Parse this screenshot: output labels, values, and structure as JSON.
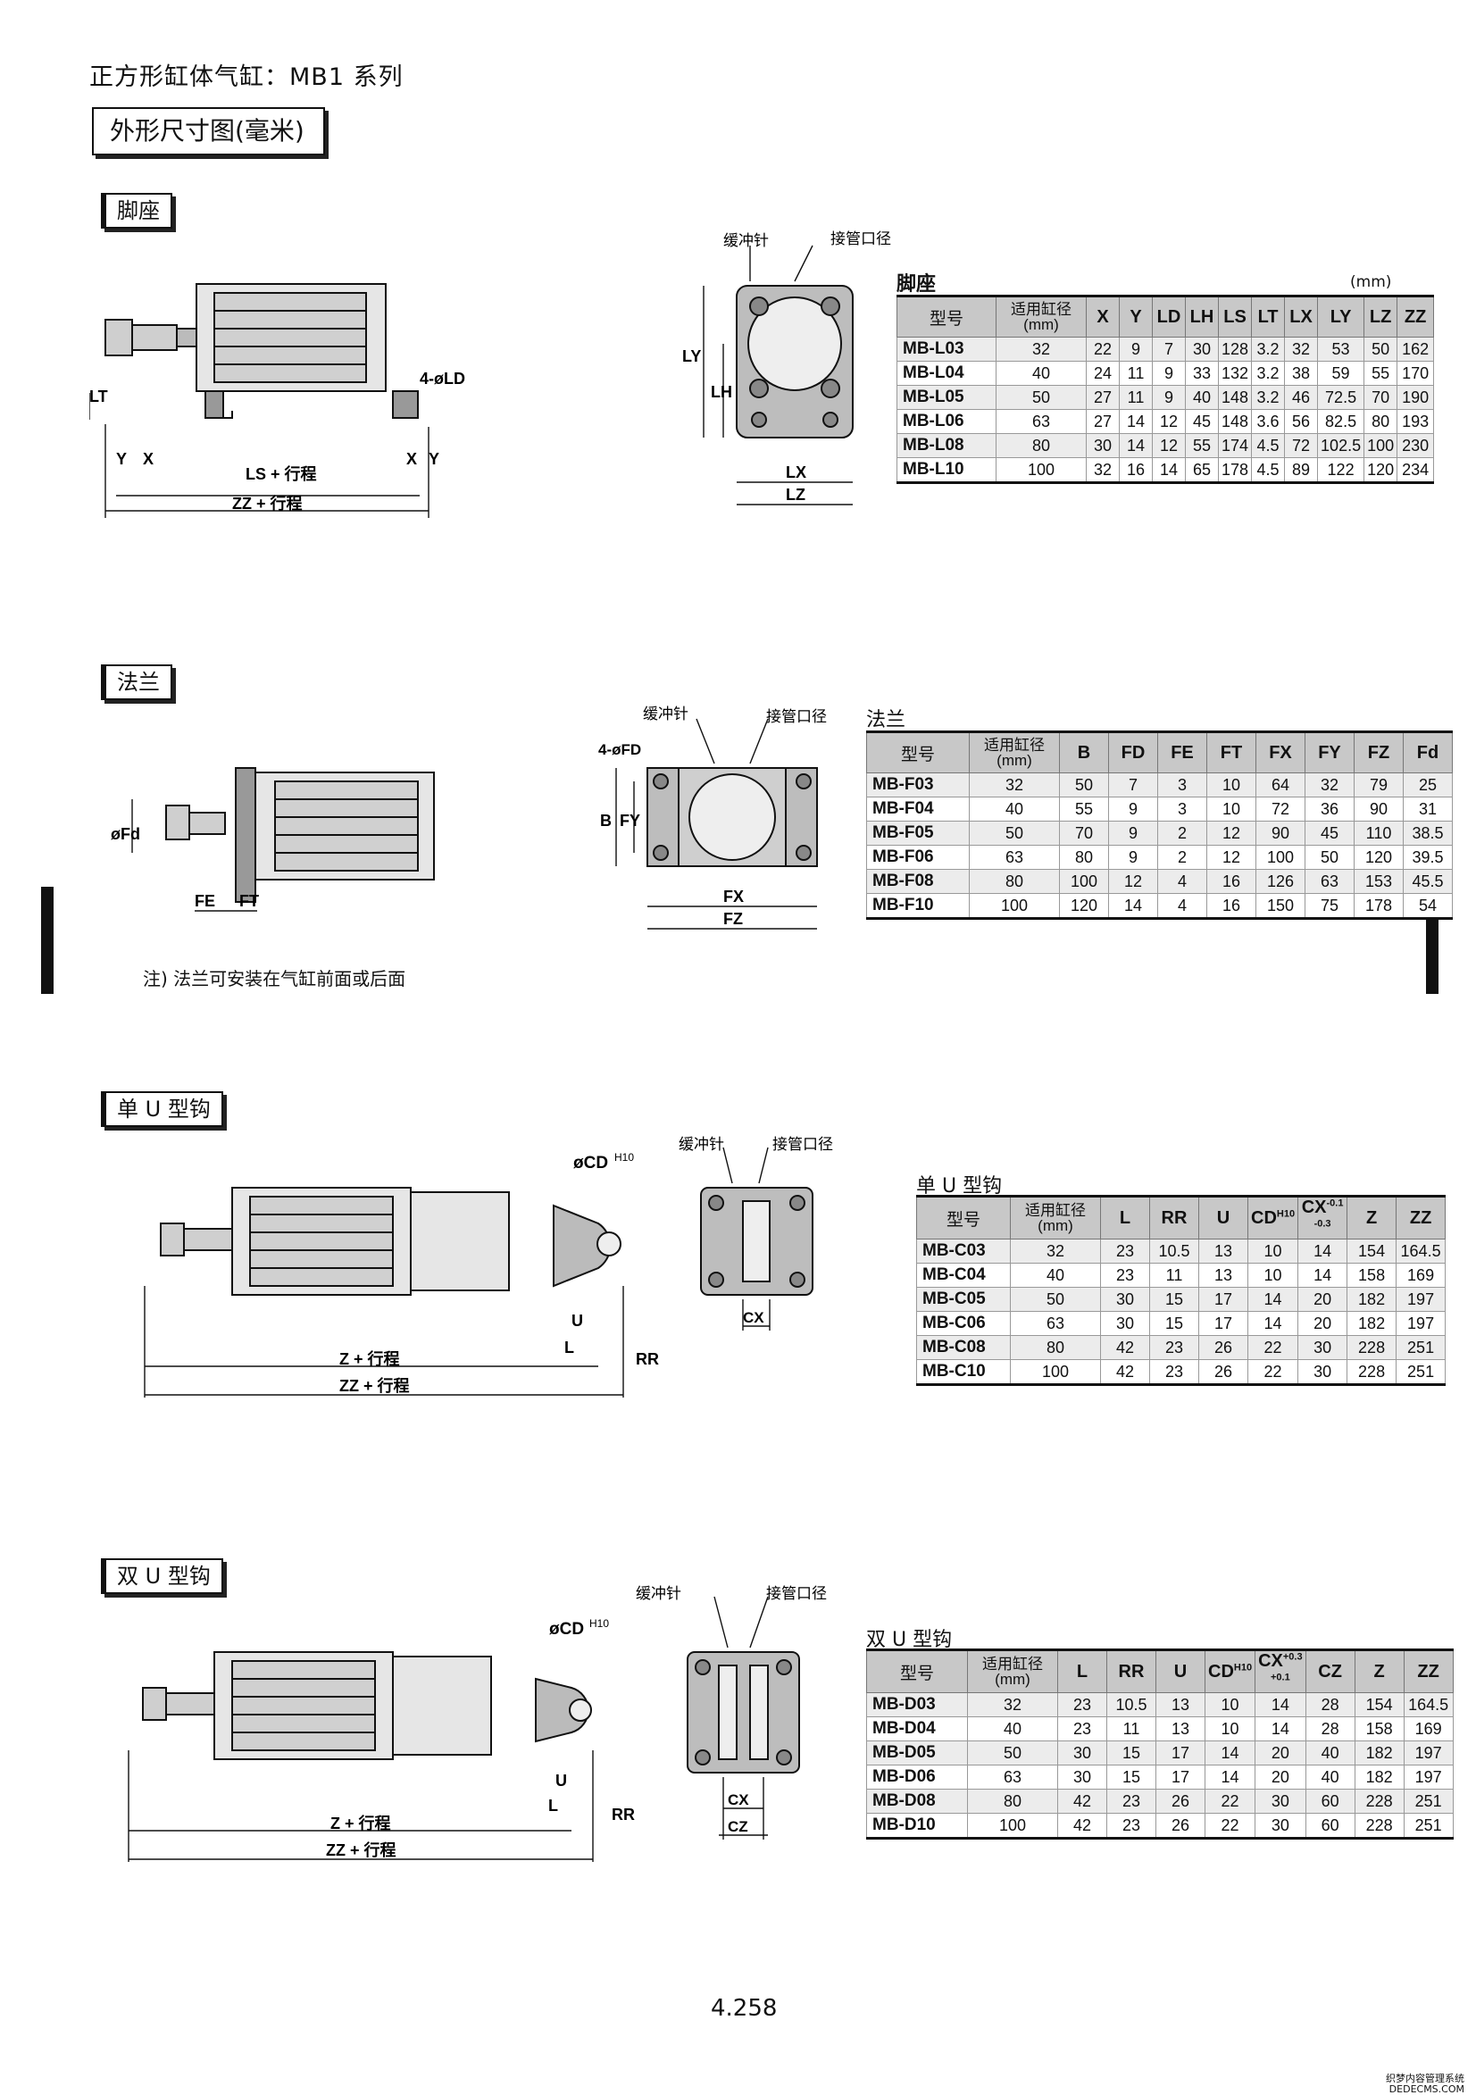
{
  "header": {
    "title": "正方形缸体气缸：MB1 系列",
    "subtitle": "外形尺寸图(毫米)"
  },
  "sections": {
    "foot": {
      "label": "脚座",
      "callout_cushion": "缓冲针",
      "callout_port": "接管口径",
      "dims": {
        "lt": "LT",
        "y": "Y",
        "x": "X",
        "ld": "4-øLD",
        "ls": "LS + 行程",
        "zz": "ZZ + 行程",
        "ly": "LY",
        "lh": "LH",
        "lx": "LX",
        "lz": "LZ"
      },
      "table": {
        "title": "脚座",
        "unit": "(mm)",
        "headers": [
          "型号",
          "适用缸径\n(mm)",
          "X",
          "Y",
          "LD",
          "LH",
          "LS",
          "LT",
          "LX",
          "LY",
          "LZ",
          "ZZ"
        ],
        "rows": [
          [
            "MB-L03",
            "32",
            "22",
            "9",
            "7",
            "30",
            "128",
            "3.2",
            "32",
            "53",
            "50",
            "162"
          ],
          [
            "MB-L04",
            "40",
            "24",
            "11",
            "9",
            "33",
            "132",
            "3.2",
            "38",
            "59",
            "55",
            "170"
          ],
          [
            "MB-L05",
            "50",
            "27",
            "11",
            "9",
            "40",
            "148",
            "3.2",
            "46",
            "72.5",
            "70",
            "190"
          ],
          [
            "MB-L06",
            "63",
            "27",
            "14",
            "12",
            "45",
            "148",
            "3.6",
            "56",
            "82.5",
            "80",
            "193"
          ],
          [
            "MB-L08",
            "80",
            "30",
            "14",
            "12",
            "55",
            "174",
            "4.5",
            "72",
            "102.5",
            "100",
            "230"
          ],
          [
            "MB-L10",
            "100",
            "32",
            "16",
            "14",
            "65",
            "178",
            "4.5",
            "89",
            "122",
            "120",
            "234"
          ]
        ]
      }
    },
    "flange": {
      "label": "法兰",
      "callout_cushion": "缓冲针",
      "callout_port": "接管口径",
      "dims": {
        "fd": "4-øFD",
        "fdia": "øFd",
        "fe": "FE",
        "ft": "FT",
        "b": "B",
        "fy": "FY",
        "fx": "FX",
        "fz": "FZ"
      },
      "note": "注) 法兰可安装在气缸前面或后面",
      "table": {
        "title": "法兰",
        "headers": [
          "型号",
          "适用缸径\n(mm)",
          "B",
          "FD",
          "FE",
          "FT",
          "FX",
          "FY",
          "FZ",
          "Fd"
        ],
        "rows": [
          [
            "MB-F03",
            "32",
            "50",
            "7",
            "3",
            "10",
            "64",
            "32",
            "79",
            "25"
          ],
          [
            "MB-F04",
            "40",
            "55",
            "9",
            "3",
            "10",
            "72",
            "36",
            "90",
            "31"
          ],
          [
            "MB-F05",
            "50",
            "70",
            "9",
            "2",
            "12",
            "90",
            "45",
            "110",
            "38.5"
          ],
          [
            "MB-F06",
            "63",
            "80",
            "9",
            "2",
            "12",
            "100",
            "50",
            "120",
            "39.5"
          ],
          [
            "MB-F08",
            "80",
            "100",
            "12",
            "4",
            "16",
            "126",
            "63",
            "153",
            "45.5"
          ],
          [
            "MB-F10",
            "100",
            "120",
            "14",
            "4",
            "16",
            "150",
            "75",
            "178",
            "54"
          ]
        ]
      }
    },
    "single_clevis": {
      "label": "单 U 型钩",
      "callout_cushion": "缓冲针",
      "callout_port": "接管口径",
      "dims": {
        "cd": "øCD",
        "cd_sup": "H10",
        "u": "U",
        "l": "L",
        "z": "Z + 行程",
        "zz": "ZZ + 行程",
        "rr": "RR",
        "cx": "CX"
      },
      "table": {
        "title": "单 U 型钩",
        "headers": [
          "型号",
          "适用缸径\n(mm)",
          "L",
          "RR",
          "U",
          "CD",
          "CX",
          "Z",
          "ZZ"
        ],
        "header_sups": {
          "CD": "H10",
          "CX": "-0.1\n-0.3"
        },
        "rows": [
          [
            "MB-C03",
            "32",
            "23",
            "10.5",
            "13",
            "10",
            "14",
            "154",
            "164.5"
          ],
          [
            "MB-C04",
            "40",
            "23",
            "11",
            "13",
            "10",
            "14",
            "158",
            "169"
          ],
          [
            "MB-C05",
            "50",
            "30",
            "15",
            "17",
            "14",
            "20",
            "182",
            "197"
          ],
          [
            "MB-C06",
            "63",
            "30",
            "15",
            "17",
            "14",
            "20",
            "182",
            "197"
          ],
          [
            "MB-C08",
            "80",
            "42",
            "23",
            "26",
            "22",
            "30",
            "228",
            "251"
          ],
          [
            "MB-C10",
            "100",
            "42",
            "23",
            "26",
            "22",
            "30",
            "228",
            "251"
          ]
        ]
      }
    },
    "double_clevis": {
      "label": "双 U 型钩",
      "callout_cushion": "缓冲针",
      "callout_port": "接管口径",
      "dims": {
        "cd": "øCD",
        "cd_sup": "H10",
        "u": "U",
        "l": "L",
        "z": "Z + 行程",
        "zz": "ZZ + 行程",
        "rr": "RR",
        "cx": "CX",
        "cz": "CZ"
      },
      "table": {
        "title": "双 U 型钩",
        "headers": [
          "型号",
          "适用缸径\n(mm)",
          "L",
          "RR",
          "U",
          "CD",
          "CX",
          "CZ",
          "Z",
          "ZZ"
        ],
        "header_sups": {
          "CD": "H10",
          "CX": "+0.3\n+0.1"
        },
        "rows": [
          [
            "MB-D03",
            "32",
            "23",
            "10.5",
            "13",
            "10",
            "14",
            "28",
            "154",
            "164.5"
          ],
          [
            "MB-D04",
            "40",
            "23",
            "11",
            "13",
            "10",
            "14",
            "28",
            "158",
            "169"
          ],
          [
            "MB-D05",
            "50",
            "30",
            "15",
            "17",
            "14",
            "20",
            "40",
            "182",
            "197"
          ],
          [
            "MB-D06",
            "63",
            "30",
            "15",
            "17",
            "14",
            "20",
            "40",
            "182",
            "197"
          ],
          [
            "MB-D08",
            "80",
            "42",
            "23",
            "26",
            "22",
            "30",
            "60",
            "228",
            "251"
          ],
          [
            "MB-D10",
            "100",
            "42",
            "23",
            "26",
            "22",
            "30",
            "60",
            "228",
            "251"
          ]
        ]
      }
    }
  },
  "footer": {
    "page_number": "4.258",
    "watermark_line1": "织梦内容管理系统",
    "watermark_line2": "DEDECMS.COM"
  }
}
